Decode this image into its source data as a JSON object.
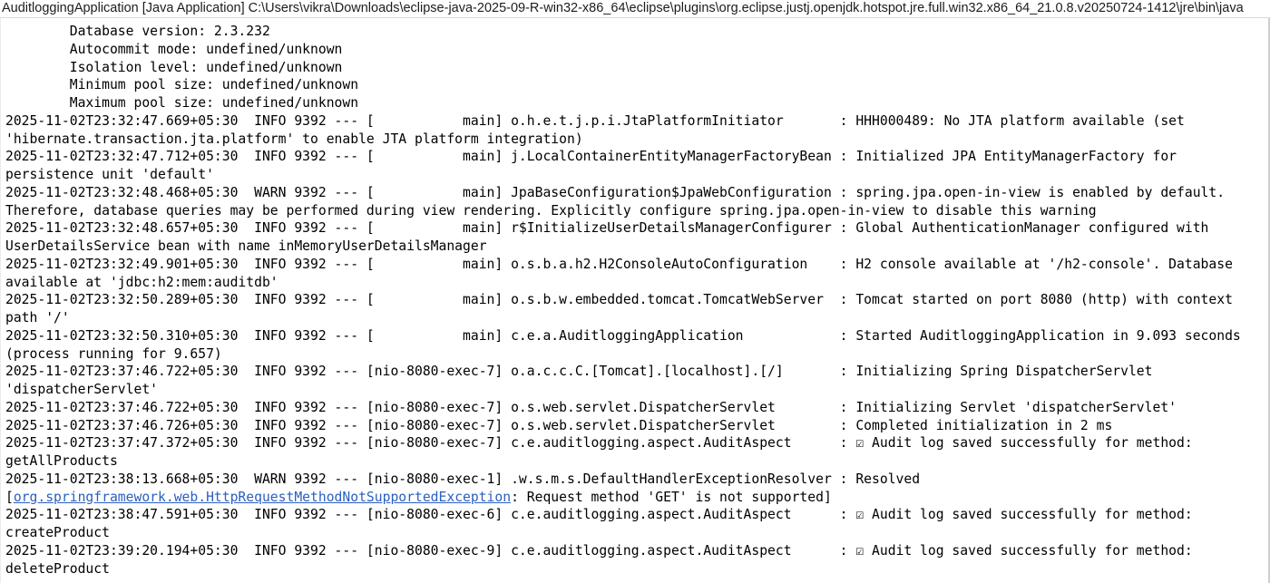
{
  "window": {
    "title": "AuditloggingApplication [Java Application] C:\\Users\\vikra\\Downloads\\eclipse-java-2025-09-R-win32-x86_64\\eclipse\\plugins\\org.eclipse.justj.openjdk.hotspot.jre.full.win32.x86_64_21.0.8.v20250724-1412\\jre\\bin\\java"
  },
  "colors": {
    "link_blue": "#2a5fc1",
    "console_text": "#000000",
    "title_text": "#1c1c1c"
  },
  "icons": {
    "audit_success_checkbox": "☑"
  },
  "console": {
    "lines": [
      {
        "text": "        Database version: 2.3.232"
      },
      {
        "text": "        Autocommit mode: undefined/unknown"
      },
      {
        "text": "        Isolation level: undefined/unknown"
      },
      {
        "text": "        Minimum pool size: undefined/unknown"
      },
      {
        "text": "        Maximum pool size: undefined/unknown"
      },
      {
        "text": "2025-11-02T23:32:47.669+05:30  INFO 9392 --- [           main] o.h.e.t.j.p.i.JtaPlatformInitiator       : HHH000489: No JTA platform available (set"
      },
      {
        "text": "'hibernate.transaction.jta.platform' to enable JTA platform integration)"
      },
      {
        "text": "2025-11-02T23:32:47.712+05:30  INFO 9392 --- [           main] j.LocalContainerEntityManagerFactoryBean : Initialized JPA EntityManagerFactory for"
      },
      {
        "text": "persistence unit 'default'"
      },
      {
        "text": "2025-11-02T23:32:48.468+05:30  WARN 9392 --- [           main] JpaBaseConfiguration$JpaWebConfiguration : spring.jpa.open-in-view is enabled by default."
      },
      {
        "text": "Therefore, database queries may be performed during view rendering. Explicitly configure spring.jpa.open-in-view to disable this warning"
      },
      {
        "text": "2025-11-02T23:32:48.657+05:30  INFO 9392 --- [           main] r$InitializeUserDetailsManagerConfigurer : Global AuthenticationManager configured with"
      },
      {
        "text": "UserDetailsService bean with name inMemoryUserDetailsManager"
      },
      {
        "text": "2025-11-02T23:32:49.901+05:30  INFO 9392 --- [           main] o.s.b.a.h2.H2ConsoleAutoConfiguration    : H2 console available at '/h2-console'. Database"
      },
      {
        "text": "available at 'jdbc:h2:mem:auditdb'"
      },
      {
        "text": "2025-11-02T23:32:50.289+05:30  INFO 9392 --- [           main] o.s.b.w.embedded.tomcat.TomcatWebServer  : Tomcat started on port 8080 (http) with context"
      },
      {
        "text": "path '/'"
      },
      {
        "text": "2025-11-02T23:32:50.310+05:30  INFO 9392 --- [           main] c.e.a.AuditloggingApplication            : Started AuditloggingApplication in 9.093 seconds"
      },
      {
        "text": "(process running for 9.657)"
      },
      {
        "text": "2025-11-02T23:37:46.722+05:30  INFO 9392 --- [nio-8080-exec-7] o.a.c.c.C.[Tomcat].[localhost].[/]       : Initializing Spring DispatcherServlet"
      },
      {
        "text": "'dispatcherServlet'"
      },
      {
        "text": "2025-11-02T23:37:46.722+05:30  INFO 9392 --- [nio-8080-exec-7] o.s.web.servlet.DispatcherServlet        : Initializing Servlet 'dispatcherServlet'"
      },
      {
        "text": "2025-11-02T23:37:46.726+05:30  INFO 9392 --- [nio-8080-exec-7] o.s.web.servlet.DispatcherServlet        : Completed initialization in 2 ms"
      },
      {
        "text": "2025-11-02T23:37:47.372+05:30  INFO 9392 --- [nio-8080-exec-7] c.e.auditlogging.aspect.AuditAspect      : ☑ Audit log saved successfully for method:"
      },
      {
        "text": "getAllProducts"
      },
      {
        "text": "2025-11-02T23:38:13.668+05:30  WARN 9392 --- [nio-8080-exec-1] .w.s.m.s.DefaultHandlerExceptionResolver : Resolved"
      },
      {
        "segments": [
          {
            "text": "["
          },
          {
            "text": "org.springframework.web.HttpRequestMethodNotSupportedException",
            "type": "link"
          },
          {
            "text": ": Request method 'GET' is not supported]"
          }
        ]
      },
      {
        "text": "2025-11-02T23:38:47.591+05:30  INFO 9392 --- [nio-8080-exec-6] c.e.auditlogging.aspect.AuditAspect      : ☑ Audit log saved successfully for method:"
      },
      {
        "text": "createProduct"
      },
      {
        "text": "2025-11-02T23:39:20.194+05:30  INFO 9392 --- [nio-8080-exec-9] c.e.auditlogging.aspect.AuditAspect      : ☑ Audit log saved successfully for method:"
      },
      {
        "text": "deleteProduct"
      }
    ]
  }
}
